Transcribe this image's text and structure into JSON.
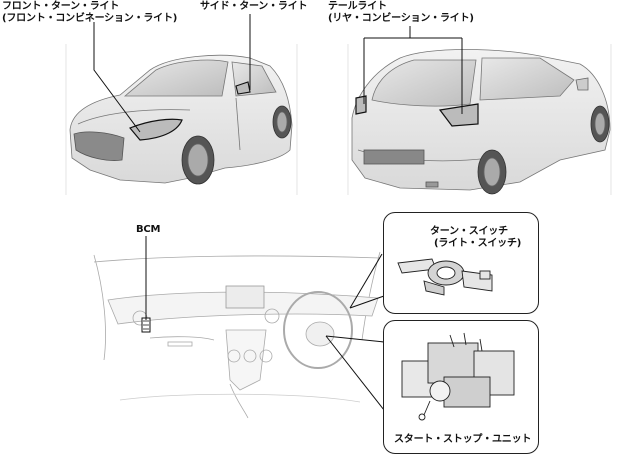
{
  "labels": {
    "front_turn_1": "フロント・ターン・ライト",
    "front_turn_2": "(フロント・コンビネーション・ライト)",
    "side_turn": "サイド・ターン・ライト",
    "tail_1": "テールライト",
    "tail_2": "(リヤ・コンビーション・ライト)",
    "bcm": "BCM",
    "turn_switch_1": "ターン・スイッチ",
    "turn_switch_2": "(ライト・スイッチ)",
    "start_stop": "スタート・ストップ・ユニット"
  }
}
